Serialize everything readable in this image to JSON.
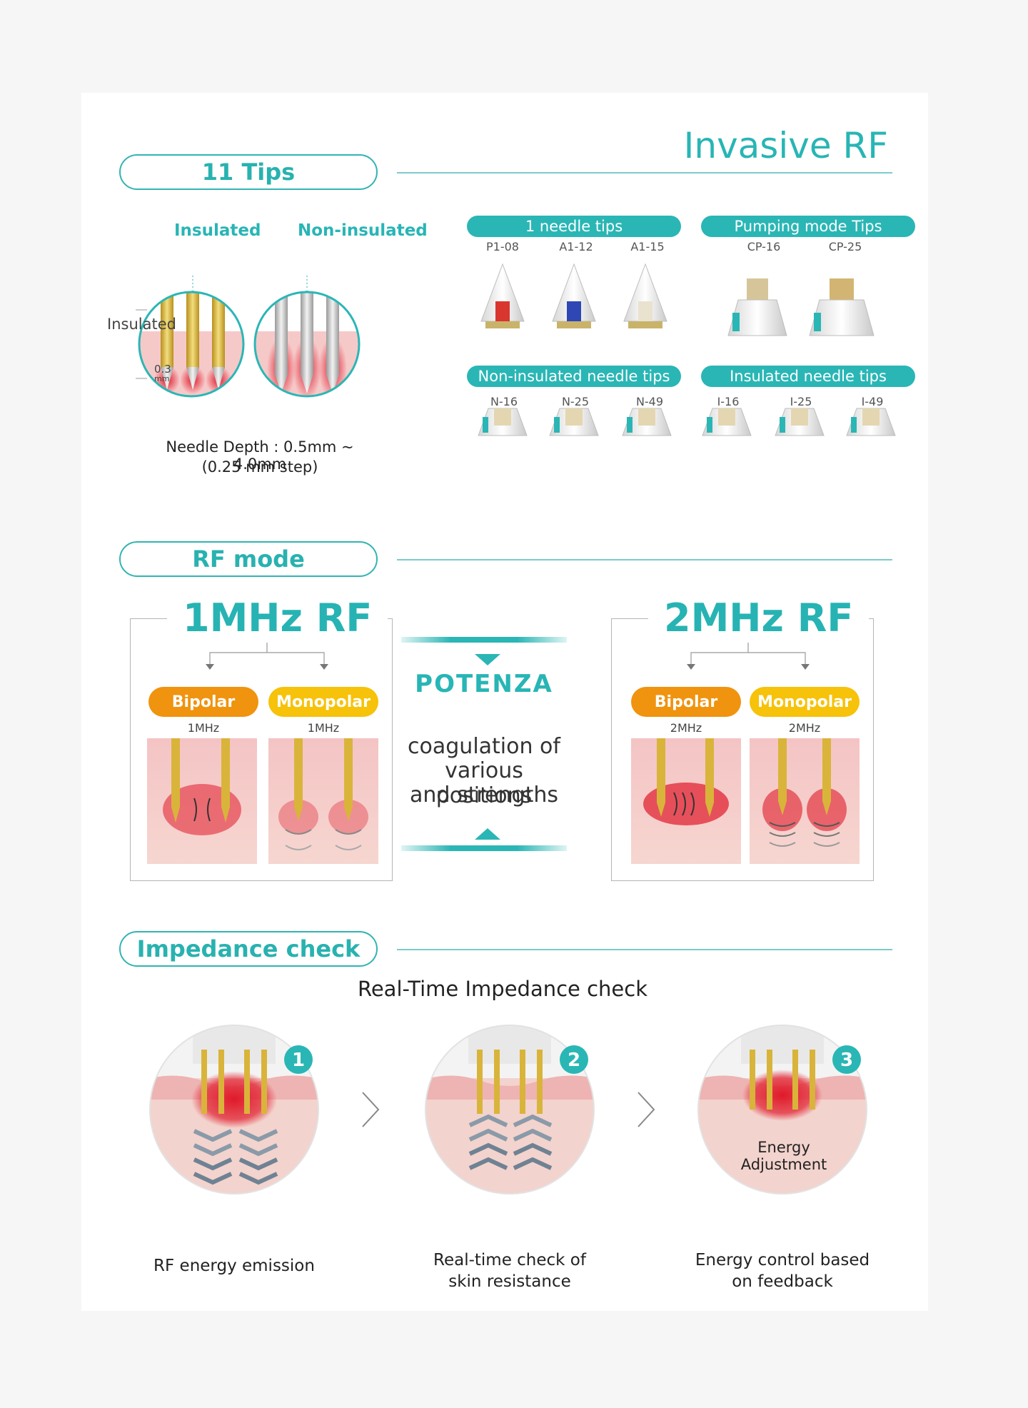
{
  "header": {
    "title": "Invasive RF"
  },
  "tips": {
    "pill": "11 Tips",
    "insulated_label": "Insulated",
    "non_insulated_label": "Non-insulated",
    "side_label": "Insulated",
    "depth_mark": "0.3",
    "depth_unit": "mm",
    "needle_depth": "Needle Depth : 0.5mm ~ 4.0mm",
    "needle_step": "(0.25 mm step)",
    "groups": [
      {
        "title": "1 needle tips",
        "items": [
          "P1-08",
          "A1-12",
          "A1-15"
        ]
      },
      {
        "title": "Pumping mode Tips",
        "items": [
          "CP-16",
          "CP-25"
        ]
      },
      {
        "title": "Non-insulated needle tips",
        "items": [
          "N-16",
          "N-25",
          "N-49"
        ]
      },
      {
        "title": "Insulated needle tips",
        "items": [
          "I-16",
          "I-25",
          "I-49"
        ]
      }
    ]
  },
  "rf": {
    "pill": "RF mode",
    "left": {
      "title": "1MHz RF",
      "bipolar": "Bipolar",
      "monopolar": "Monopolar",
      "freq": "1MHz"
    },
    "right": {
      "title": "2MHz RF",
      "bipolar": "Bipolar",
      "monopolar": "Monopolar",
      "freq": "2MHz"
    },
    "brand": "POTENZA",
    "middle_line1": "coagulation of",
    "middle_line2": "various positions",
    "middle_line3": "and strengths"
  },
  "impedance": {
    "pill": "Impedance check",
    "subtitle": "Real-Time Impedance check",
    "steps": [
      {
        "num": "1",
        "caption_line1": "RF energy emission",
        "caption_line2": ""
      },
      {
        "num": "2",
        "caption_line1": "Real-time check of",
        "caption_line2": "skin resistance"
      },
      {
        "num": "3",
        "caption_line1": "Energy control based",
        "caption_line2": "on feedback",
        "overlay_line1": "Energy",
        "overlay_line2": "Adjustment"
      }
    ]
  },
  "colors": {
    "accent": "#2ab6b5",
    "orange": "#f0930e",
    "yellow": "#f6c20a",
    "heat": "#e01a2a"
  }
}
